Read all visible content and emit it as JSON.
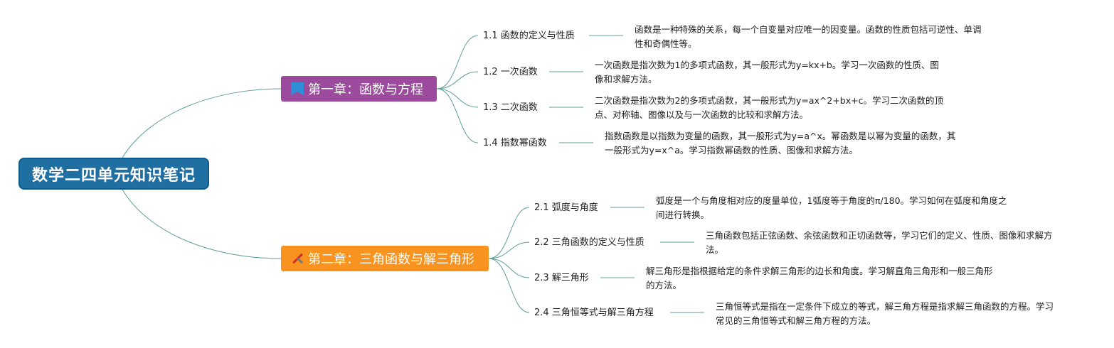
{
  "root": {
    "title": "数学二四单元知识笔记"
  },
  "chapters": [
    {
      "title": "第一章：函数与方程",
      "icon": "bookmark-icon",
      "color": "#9b4a9e",
      "sections": [
        {
          "title": "1.1 函数的定义与性质",
          "desc": "函数是一种特殊的关系，每一个自变量对应唯一的因变量。函数的性质包括可逆性、单调性和奇偶性等。"
        },
        {
          "title": "1.2 一次函数",
          "desc": "一次函数是指次数为1的多项式函数，其一般形式为y=kx+b。学习一次函数的性质、图像和求解方法。"
        },
        {
          "title": "1.3 二次函数",
          "desc": "二次函数是指次数为2的多项式函数，其一般形式为y=ax^2+bx+c。学习二次函数的顶点、对称轴、图像以及与一次函数的比较和求解方法。"
        },
        {
          "title": "1.4 指数幂函数",
          "desc": "指数函数是以指数为变量的函数，其一般形式为y=a^x。幂函数是以幂为变量的函数，其一般形式为y=x^a。学习指数幂函数的性质、图像和求解方法。"
        }
      ]
    },
    {
      "title": "第二章：三角函数与解三角形",
      "icon": "tools-icon",
      "color": "#f7931e",
      "sections": [
        {
          "title": "2.1 弧度与角度",
          "desc": "弧度是一个与角度相对应的度量单位，1弧度等于角度的π/180。学习如何在弧度和角度之间进行转换。"
        },
        {
          "title": "2.2 三角函数的定义与性质",
          "desc": "三角函数包括正弦函数、余弦函数和正切函数等，学习它们的定义、性质、图像和求解方法。"
        },
        {
          "title": "2.3 解三角形",
          "desc": "解三角形是指根据给定的条件求解三角形的边长和角度。学习解直角三角形和一般三角形的方法。"
        },
        {
          "title": "2.4 三角恒等式与解三角方程",
          "desc": "三角恒等式是指在一定条件下成立的等式，解三角方程是指求解三角函数的方程。学习常见的三角恒等式和解三角方程的方法。"
        }
      ]
    }
  ],
  "colors": {
    "root": "#1f6fa3",
    "line": "#5f9e9a"
  }
}
